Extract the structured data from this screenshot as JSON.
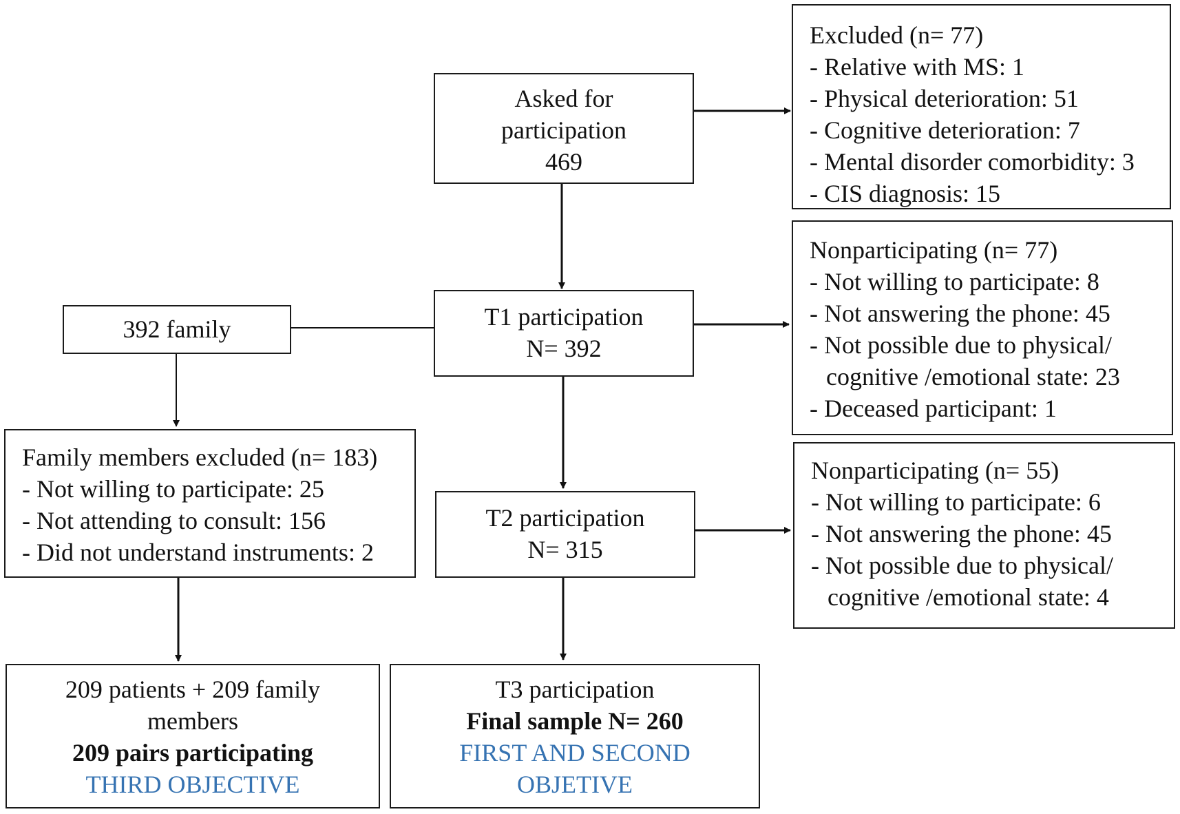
{
  "asked": {
    "lines": [
      "Asked for",
      "participation",
      "469"
    ]
  },
  "excluded": {
    "title": "Excluded (n= 77)",
    "items": [
      "- Relative with MS: 1",
      "- Physical deterioration: 51",
      "- Cognitive deterioration: 7",
      "- Mental disorder comorbidity: 3",
      "- CIS diagnosis: 15"
    ]
  },
  "t1": {
    "lines": [
      "T1 participation",
      "N= 392"
    ]
  },
  "family": {
    "label": "392 family"
  },
  "nonpart1": {
    "title": "Nonparticipating (n= 77)",
    "items": [
      "- Not willing to participate: 8",
      "- Not answering the phone: 45",
      "- Not possible due to physical/",
      "cognitive /emotional state: 23",
      "- Deceased participant: 1"
    ]
  },
  "family_excluded": {
    "title": "Family members excluded (n= 183)",
    "items": [
      "- Not willing to participate: 25",
      "- Not attending to consult: 156",
      "- Did not understand instruments: 2"
    ]
  },
  "t2": {
    "lines": [
      "T2 participation",
      "N= 315"
    ]
  },
  "nonpart2": {
    "title": "Nonparticipating (n= 55)",
    "items": [
      "- Not willing to participate: 6",
      "- Not answering the phone: 45",
      "- Not possible due to physical/",
      "cognitive /emotional state: 4"
    ]
  },
  "pairs": {
    "line1": "209 patients + 209 family",
    "line2": "members",
    "bold": "209 pairs participating",
    "objective": "THIRD OBJECTIVE"
  },
  "t3": {
    "line1": "T3 participation",
    "bold": "Final sample N= 260",
    "objective1": "FIRST AND SECOND",
    "objective2": "OBJETIVE"
  },
  "colors": {
    "objective": "#3673b2",
    "border": "#1a1a1a"
  }
}
